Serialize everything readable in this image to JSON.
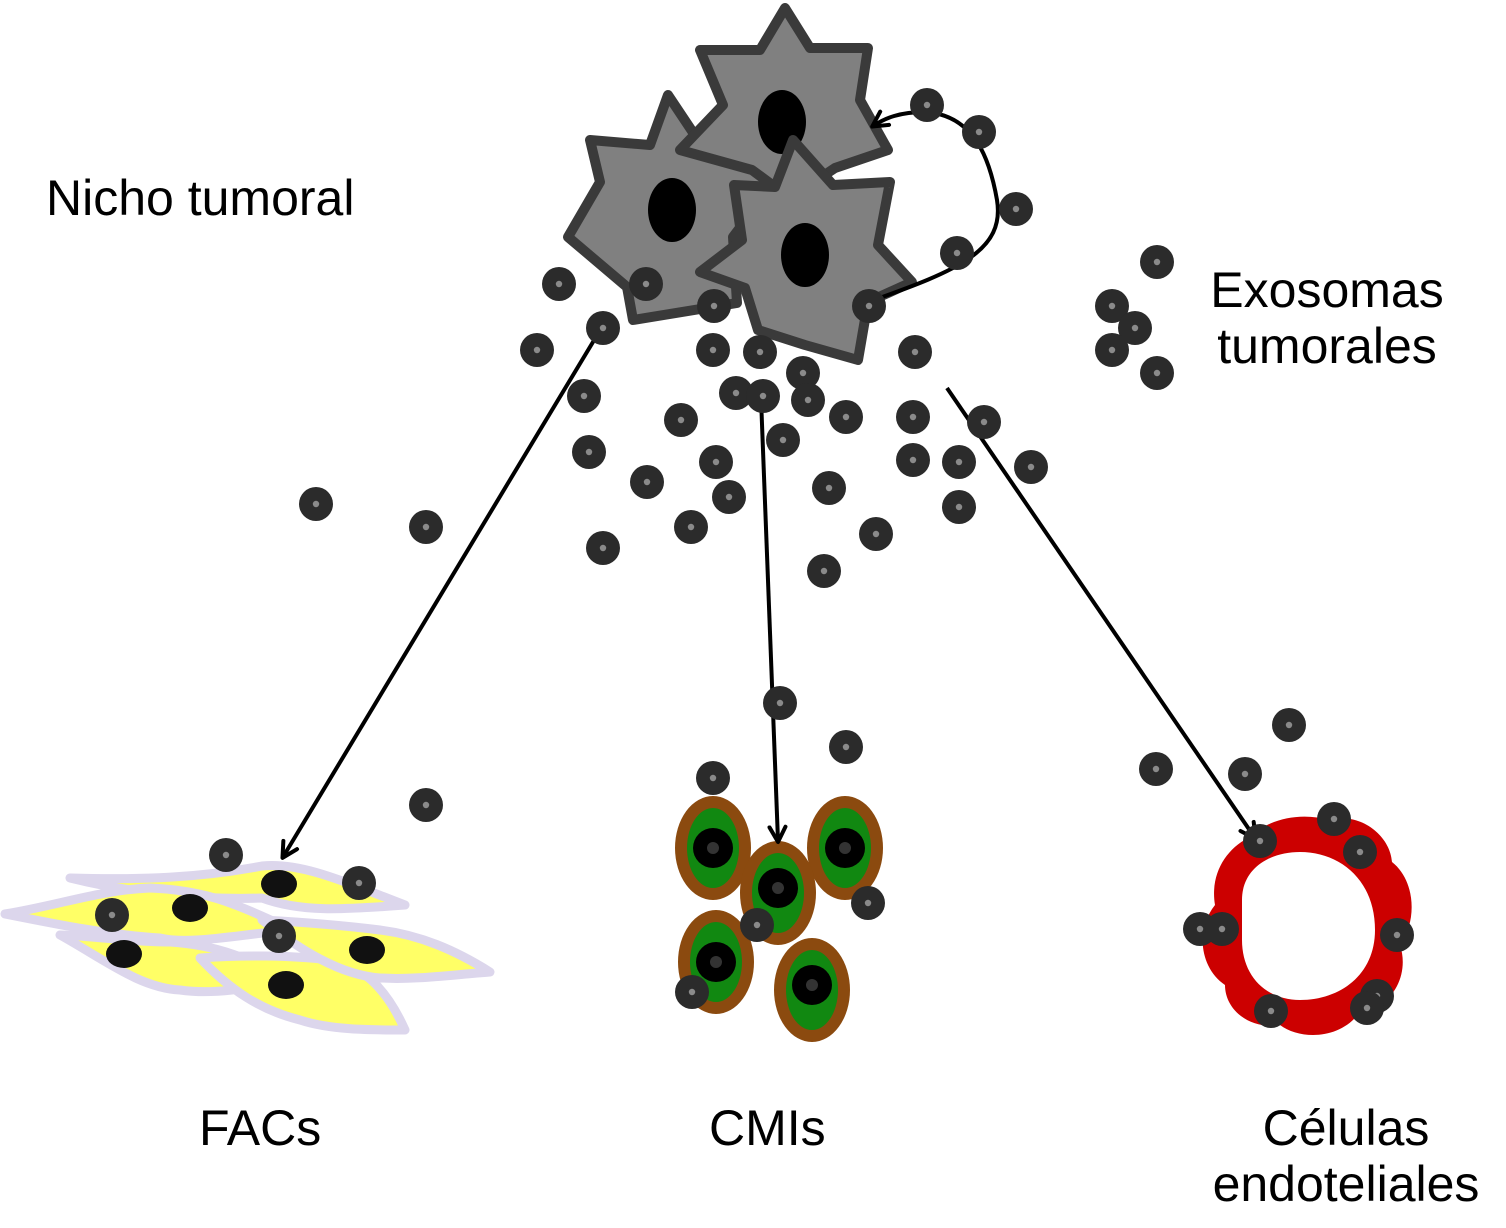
{
  "labels": {
    "nicho_tumoral": "Nicho tumoral",
    "exosomas_line1": "Exosomas",
    "exosomas_line2": "tumorales",
    "facs": "FACs",
    "cmis": "CMIs",
    "celulas_line1": "Células",
    "celulas_line2": "endoteliales"
  },
  "colors": {
    "tumor_cell_fill": "#808080",
    "tumor_cell_stroke": "#3a3a3a",
    "nucleus": "#000000",
    "exosome": "#2b2b2b",
    "exosome_center": "#8a8a8a",
    "fibroblast_fill": "#ffff66",
    "fibroblast_stroke": "#dcd6ec",
    "myeloid_outer": "#8b4a0f",
    "myeloid_inner": "#118811",
    "endothelial": "#cc0000",
    "arrow": "#000000"
  },
  "icons": [
    "tumor-cell-icon",
    "exosome-icon",
    "fibroblast-icon",
    "myeloid-cell-icon",
    "endothelial-vessel-icon",
    "arrow-icon"
  ]
}
